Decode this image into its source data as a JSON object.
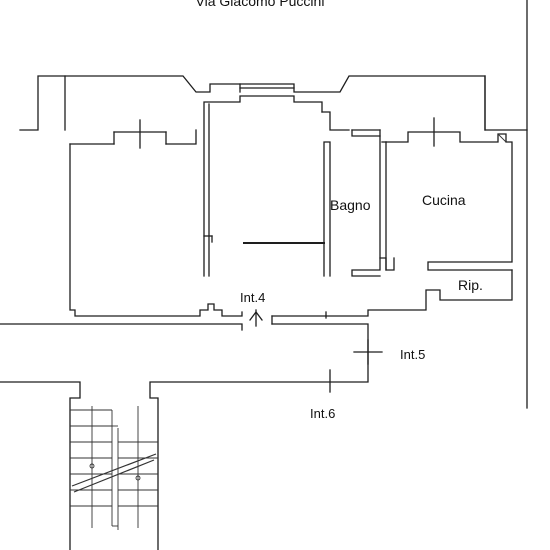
{
  "street": {
    "name": "Via Giacomo Puccini"
  },
  "rooms": {
    "bathroom": "Bagno",
    "kitchen": "Cucina",
    "storage": "Rip."
  },
  "units": {
    "int4": "Int.4",
    "int5": "Int.5",
    "int6": "Int.6"
  },
  "colors": {
    "line": "#1e1e1e",
    "background": "#ffffff"
  }
}
